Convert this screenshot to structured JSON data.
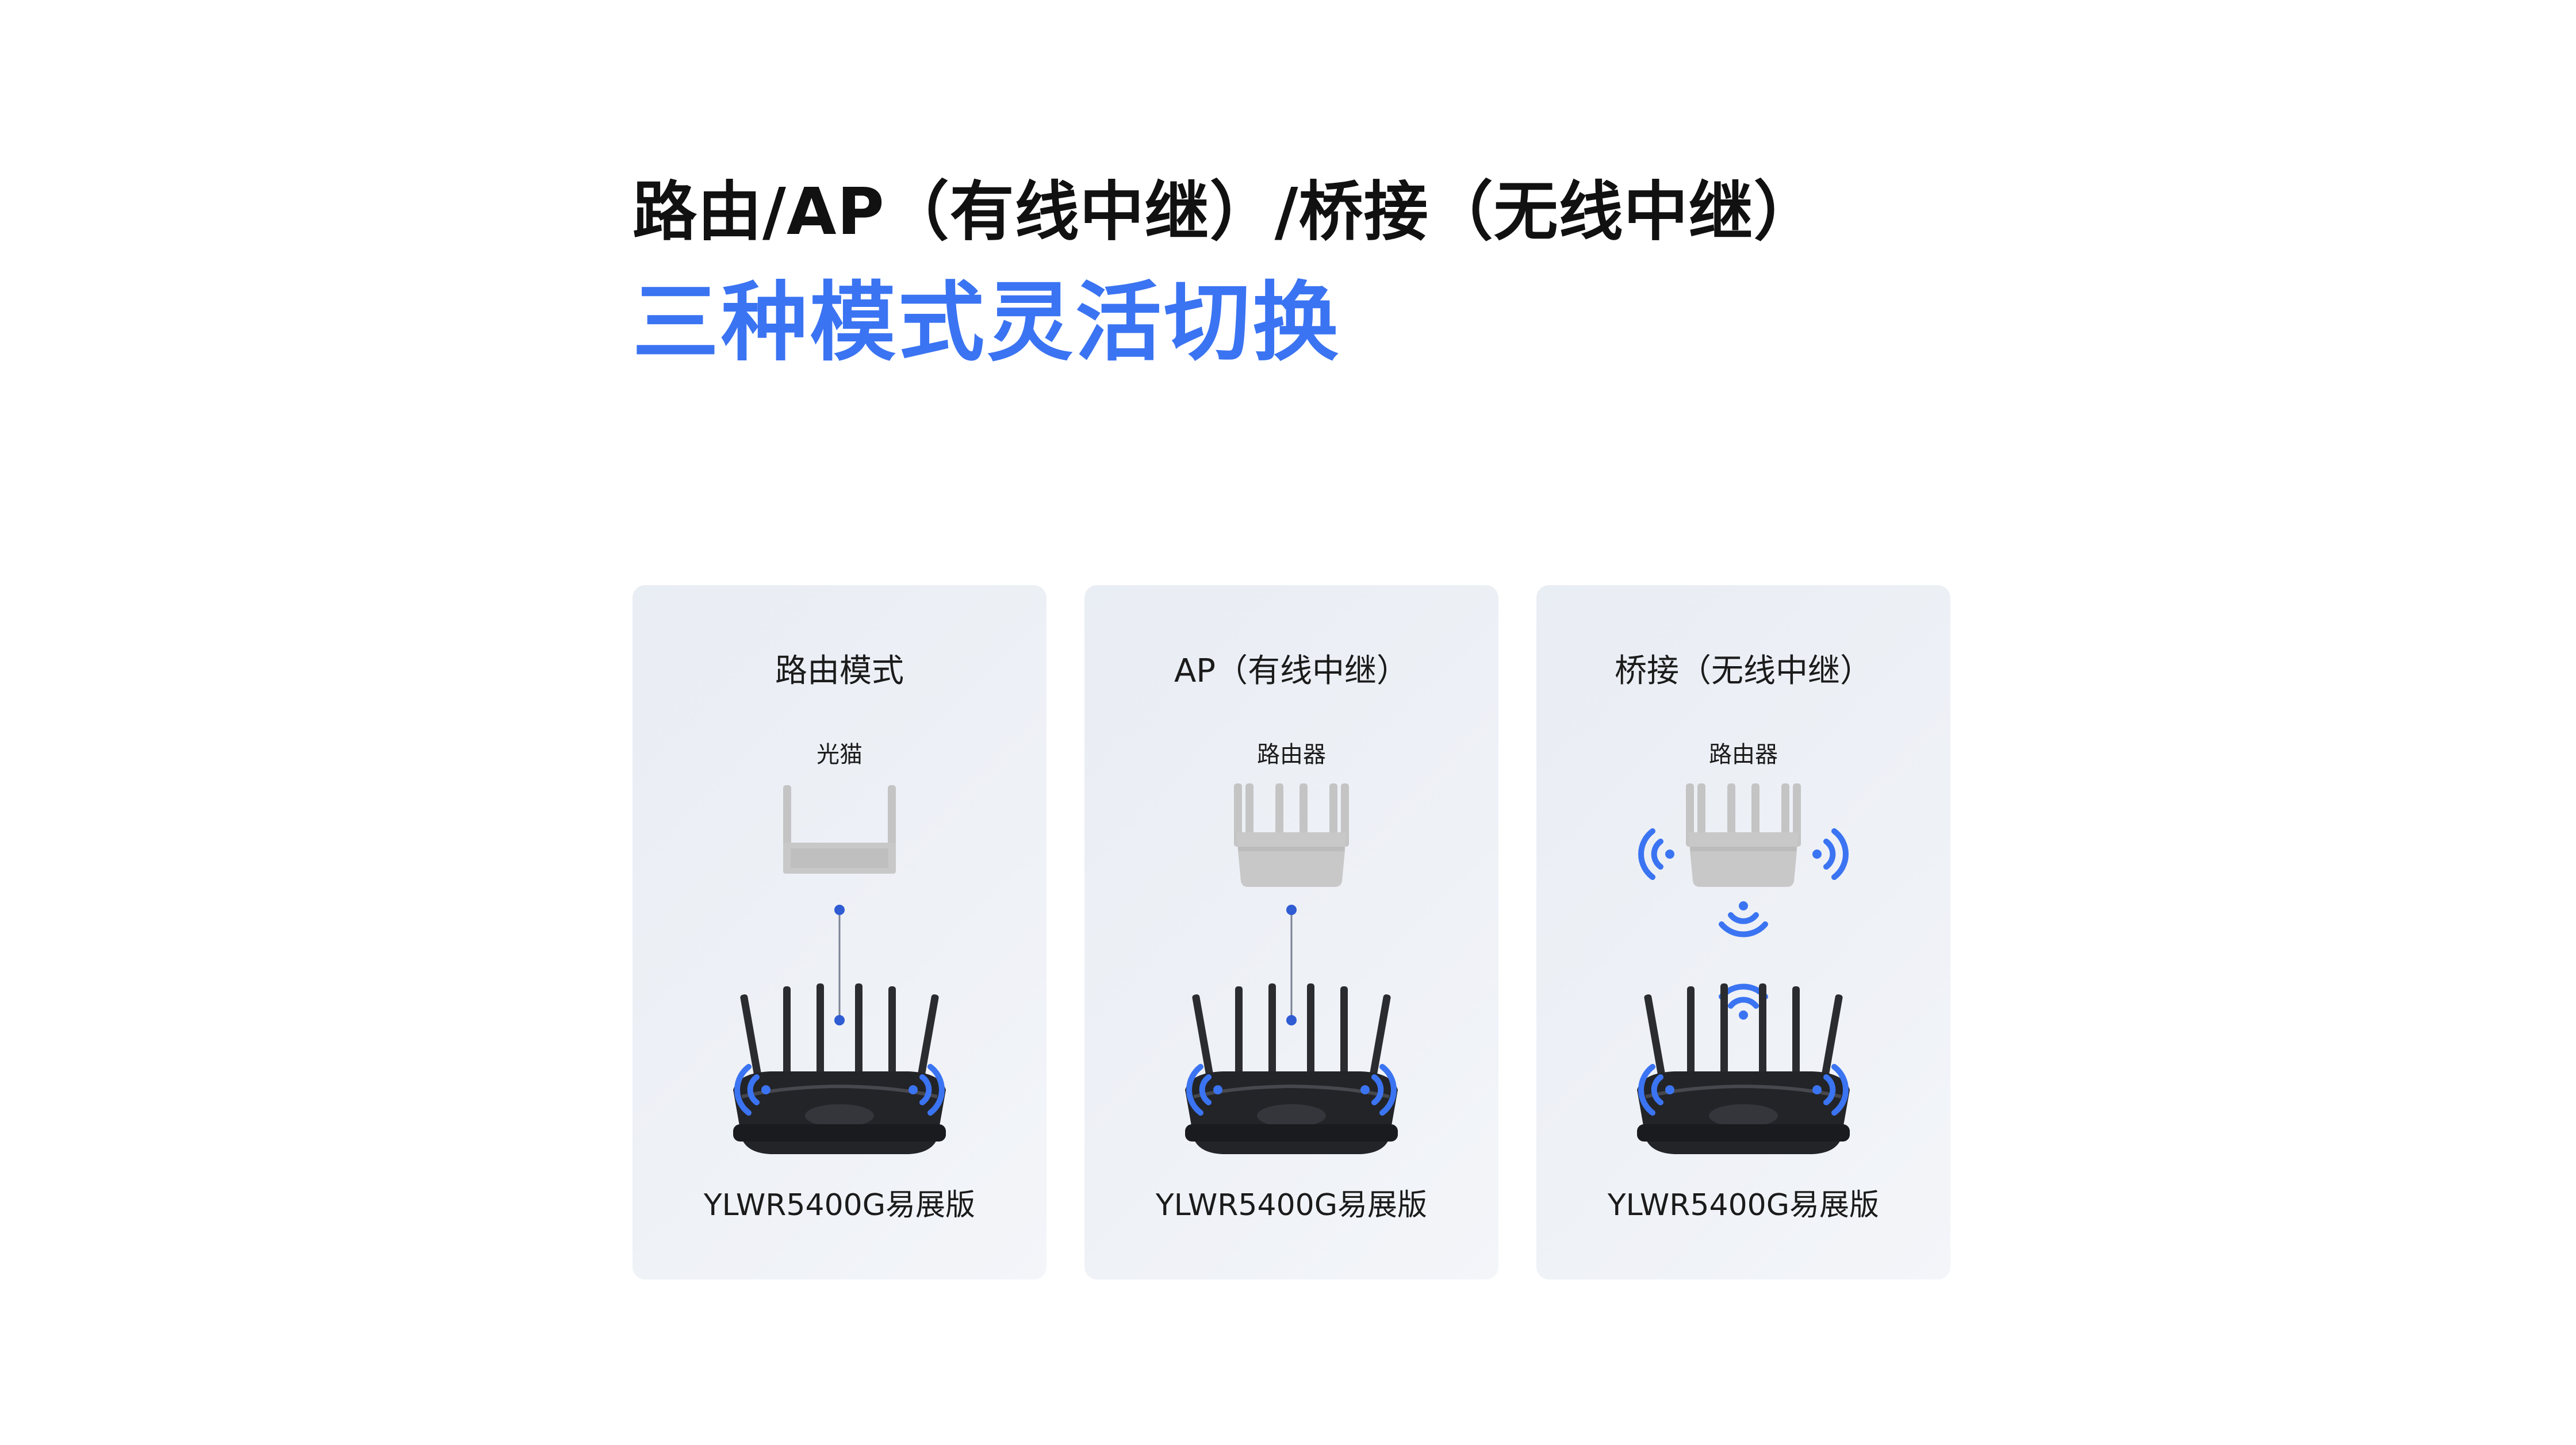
{
  "header": {
    "title_line1": "路由/AP（有线中继）/桥接（无线中继）",
    "title_line2": "三种模式灵活切换"
  },
  "colors": {
    "accent": "#3b74f2",
    "card_bg": "#eceff5",
    "device_gray": "#c8c8c8",
    "router_dark": "#26272b",
    "wifi_blue": "#3b74f2"
  },
  "modes": [
    {
      "title": "路由模式",
      "upstream_label": "光猫",
      "upstream_icon": "modem-icon",
      "link": "wired",
      "device_label": "YLWR5400G易展版"
    },
    {
      "title": "AP（有线中继）",
      "upstream_label": "路由器",
      "upstream_icon": "router-icon",
      "link": "wired",
      "device_label": "YLWR5400G易展版"
    },
    {
      "title": "桥接（无线中继）",
      "upstream_label": "路由器",
      "upstream_icon": "router-icon",
      "link": "wireless",
      "device_label": "YLWR5400G易展版"
    }
  ]
}
